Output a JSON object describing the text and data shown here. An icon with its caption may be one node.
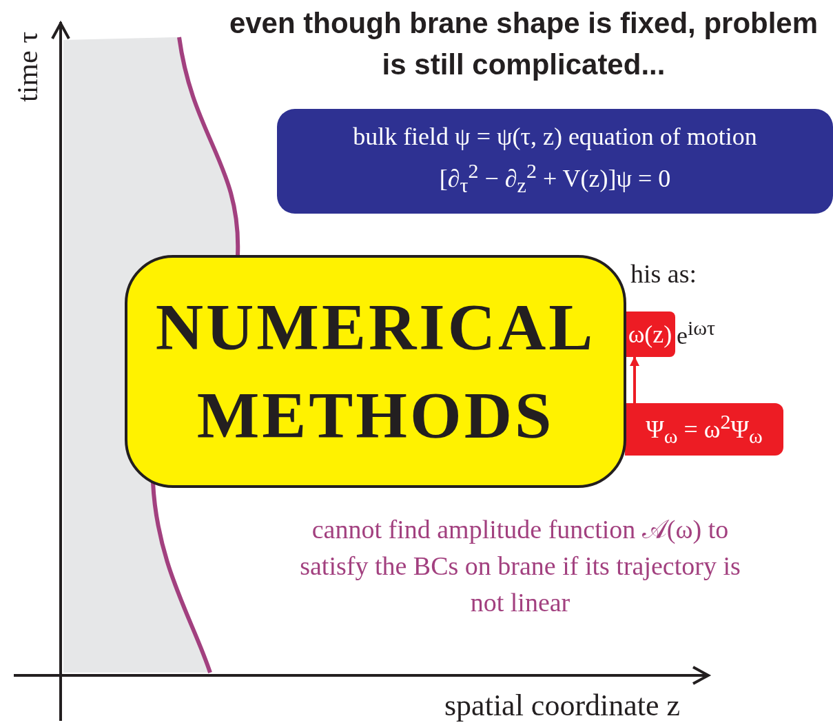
{
  "diagram": {
    "title": "even though brane shape is fixed, problem is still complicated...",
    "nodes": [
      {
        "text": [
          "bulk field ψ = ψ(τ, z) equation of motion",
          "[∂$_{τ}$$^{2}$ − ∂$_{z}$$^{2}$ + V(z)]ψ = 0"
        ]
      },
      {
        "text": [
          "NUMERICAL METHODS"
        ]
      },
      {
        "text": [
          "ω(z)"
        ],
        "beside": [
          "e$^{iωτ}$"
        ]
      },
      {
        "text": [
          "Ψ$_{ω}$ = ω$^{2}$Ψ$_{ω}$"
        ]
      }
    ],
    "edges": [
      {
        "from": 3,
        "to": 2,
        "arrow": "to"
      }
    ],
    "labels": [
      "time τ",
      "his as:",
      "cannot find amplitude function 𝒜(ω) to satisfy the BCs on brane if its trajectory is not linear",
      "spatial coordinate z"
    ]
  }
}
